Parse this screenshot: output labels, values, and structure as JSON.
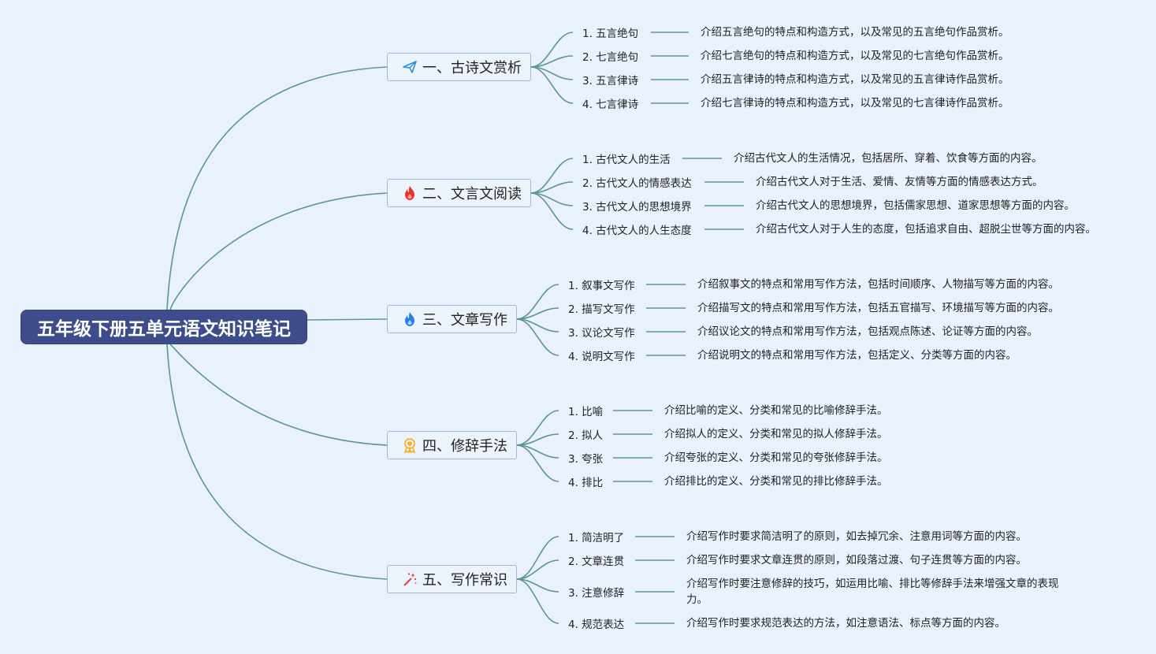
{
  "root": {
    "title": "五年级下册五单元语文知识笔记"
  },
  "branches": [
    {
      "label": "一、古诗文赏析",
      "icon": "paper-plane-icon",
      "items": [
        {
          "title": "1. 五言绝句",
          "desc": "介绍五言绝句的特点和构造方式，以及常见的五言绝句作品赏析。"
        },
        {
          "title": "2. 七言绝句",
          "desc": "介绍七言绝句的特点和构造方式，以及常见的七言绝句作品赏析。"
        },
        {
          "title": "3. 五言律诗",
          "desc": "介绍五言律诗的特点和构造方式，以及常见的五言律诗作品赏析。"
        },
        {
          "title": "4. 七言律诗",
          "desc": "介绍七言律诗的特点和构造方式，以及常见的七言律诗作品赏析。"
        }
      ]
    },
    {
      "label": "二、文言文阅读",
      "icon": "red-flame-icon",
      "items": [
        {
          "title": "1. 古代文人的生活",
          "desc": "介绍古代文人的生活情况，包括居所、穿着、饮食等方面的内容。"
        },
        {
          "title": "2. 古代文人的情感表达",
          "desc": "介绍古代文人对于生活、爱情、友情等方面的情感表达方式。"
        },
        {
          "title": "3. 古代文人的思想境界",
          "desc": "介绍古代文人的思想境界，包括儒家思想、道家思想等方面的内容。"
        },
        {
          "title": "4. 古代文人的人生态度",
          "desc": "介绍古代文人对于人生的态度，包括追求自由、超脱尘世等方面的内容。"
        }
      ]
    },
    {
      "label": "三、文章写作",
      "icon": "blue-flame-icon",
      "items": [
        {
          "title": "1. 叙事文写作",
          "desc": "介绍叙事文的特点和常用写作方法，包括时间顺序、人物描写等方面的内容。"
        },
        {
          "title": "2. 描写文写作",
          "desc": "介绍描写文的特点和常用写作方法，包括五官描写、环境描写等方面的内容。"
        },
        {
          "title": "3. 议论文写作",
          "desc": "介绍议论文的特点和常用写作方法，包括观点陈述、论证等方面的内容。"
        },
        {
          "title": "4. 说明文写作",
          "desc": "介绍说明文的特点和常用写作方法，包括定义、分类等方面的内容。"
        }
      ]
    },
    {
      "label": "四、修辞手法",
      "icon": "award-ribbon-icon",
      "items": [
        {
          "title": "1. 比喻",
          "desc": "介绍比喻的定义、分类和常见的比喻修辞手法。"
        },
        {
          "title": "2. 拟人",
          "desc": "介绍拟人的定义、分类和常见的拟人修辞手法。"
        },
        {
          "title": "3. 夸张",
          "desc": "介绍夸张的定义、分类和常见的夸张修辞手法。"
        },
        {
          "title": "4. 排比",
          "desc": "介绍排比的定义、分类和常见的排比修辞手法。"
        }
      ]
    },
    {
      "label": "五、写作常识",
      "icon": "magic-wand-icon",
      "items": [
        {
          "title": "1. 简洁明了",
          "desc": "介绍写作时要求简洁明了的原则，如去掉冗余、注意用词等方面的内容。"
        },
        {
          "title": "2. 文章连贯",
          "desc": "介绍写作时要求文章连贯的原则，如段落过渡、句子连贯等方面的内容。"
        },
        {
          "title": "3. 注意修辞",
          "desc": "介绍写作时要注意修辞的技巧，如运用比喻、排比等修辞手法来增强文章的表现力。"
        },
        {
          "title": "4. 规范表达",
          "desc": "介绍写作时要求规范表达的方法，如注意语法、标点等方面的内容。"
        }
      ]
    }
  ]
}
